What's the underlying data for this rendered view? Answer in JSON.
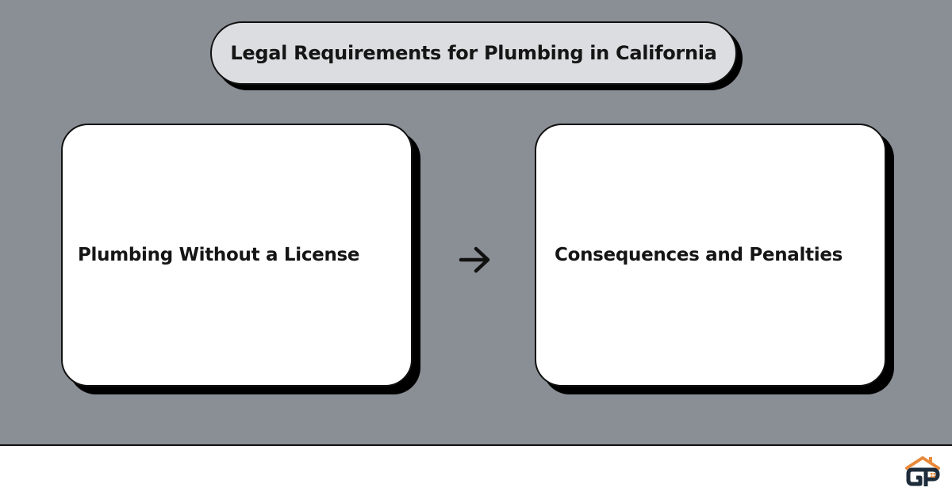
{
  "header": {
    "title": "Legal Requirements for Plumbing in California"
  },
  "diagram": {
    "nodes": [
      {
        "label": "Plumbing Without a License"
      },
      {
        "label": "Consequences and Penalties"
      }
    ],
    "connector_icon": "arrow-right-icon"
  },
  "footer": {
    "logo_icon": "house-gp-logo-icon"
  },
  "colors": {
    "background": "#8a8e95",
    "title_fill": "#dcdde0",
    "card_fill": "#ffffff",
    "shadow": "#000000",
    "logo_orange": "#e8893a",
    "logo_dark": "#1d2b3a"
  }
}
